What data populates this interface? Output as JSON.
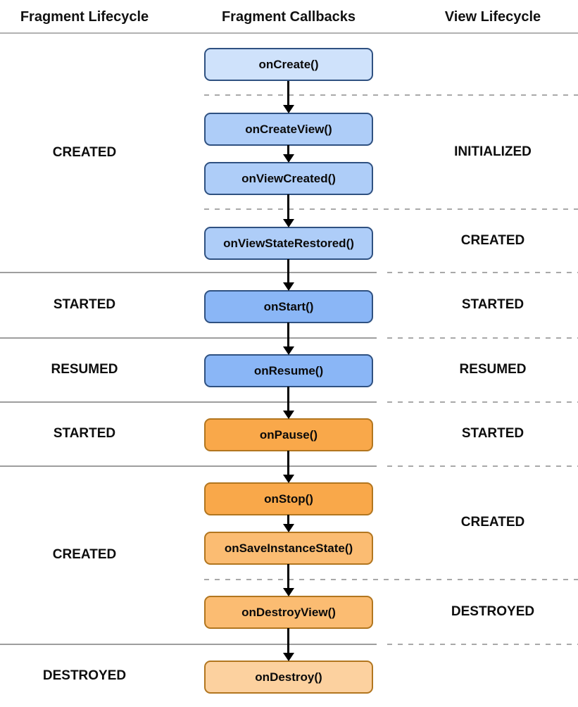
{
  "fragment_lifecycle": {
    "header": "Fragment Lifecycle",
    "states": [
      "CREATED",
      "STARTED",
      "RESUMED",
      "STARTED",
      "CREATED",
      "DESTROYED"
    ]
  },
  "callbacks_column": {
    "header": "Fragment Callbacks",
    "items": [
      {
        "label": "onCreate()"
      },
      {
        "label": "onCreateView()"
      },
      {
        "label": "onViewCreated()"
      },
      {
        "label": "onViewStateRestored()"
      },
      {
        "label": "onStart()"
      },
      {
        "label": "onResume()"
      },
      {
        "label": "onPause()"
      },
      {
        "label": "onStop()"
      },
      {
        "label": "onSaveInstanceState()"
      },
      {
        "label": "onDestroyView()"
      },
      {
        "label": "onDestroy()"
      }
    ]
  },
  "view_lifecycle": {
    "header": "View Lifecycle",
    "states": [
      "INITIALIZED",
      "CREATED",
      "STARTED",
      "RESUMED",
      "STARTED",
      "CREATED",
      "DESTROYED"
    ]
  },
  "colors": {
    "blue_lightest": "#cfe2fb",
    "blue_light": "#aecdf8",
    "blue_mid": "#8ab6f6",
    "blue_border": "#2f5181",
    "orange_dark": "#f9a84a",
    "orange_mid": "#fbbc72",
    "orange_light": "#fcd19f",
    "orange_border": "#b2761f",
    "line_solid": "#9e9e9e",
    "line_dashed": "#a9a9a9",
    "arrow_black": "#000000"
  }
}
